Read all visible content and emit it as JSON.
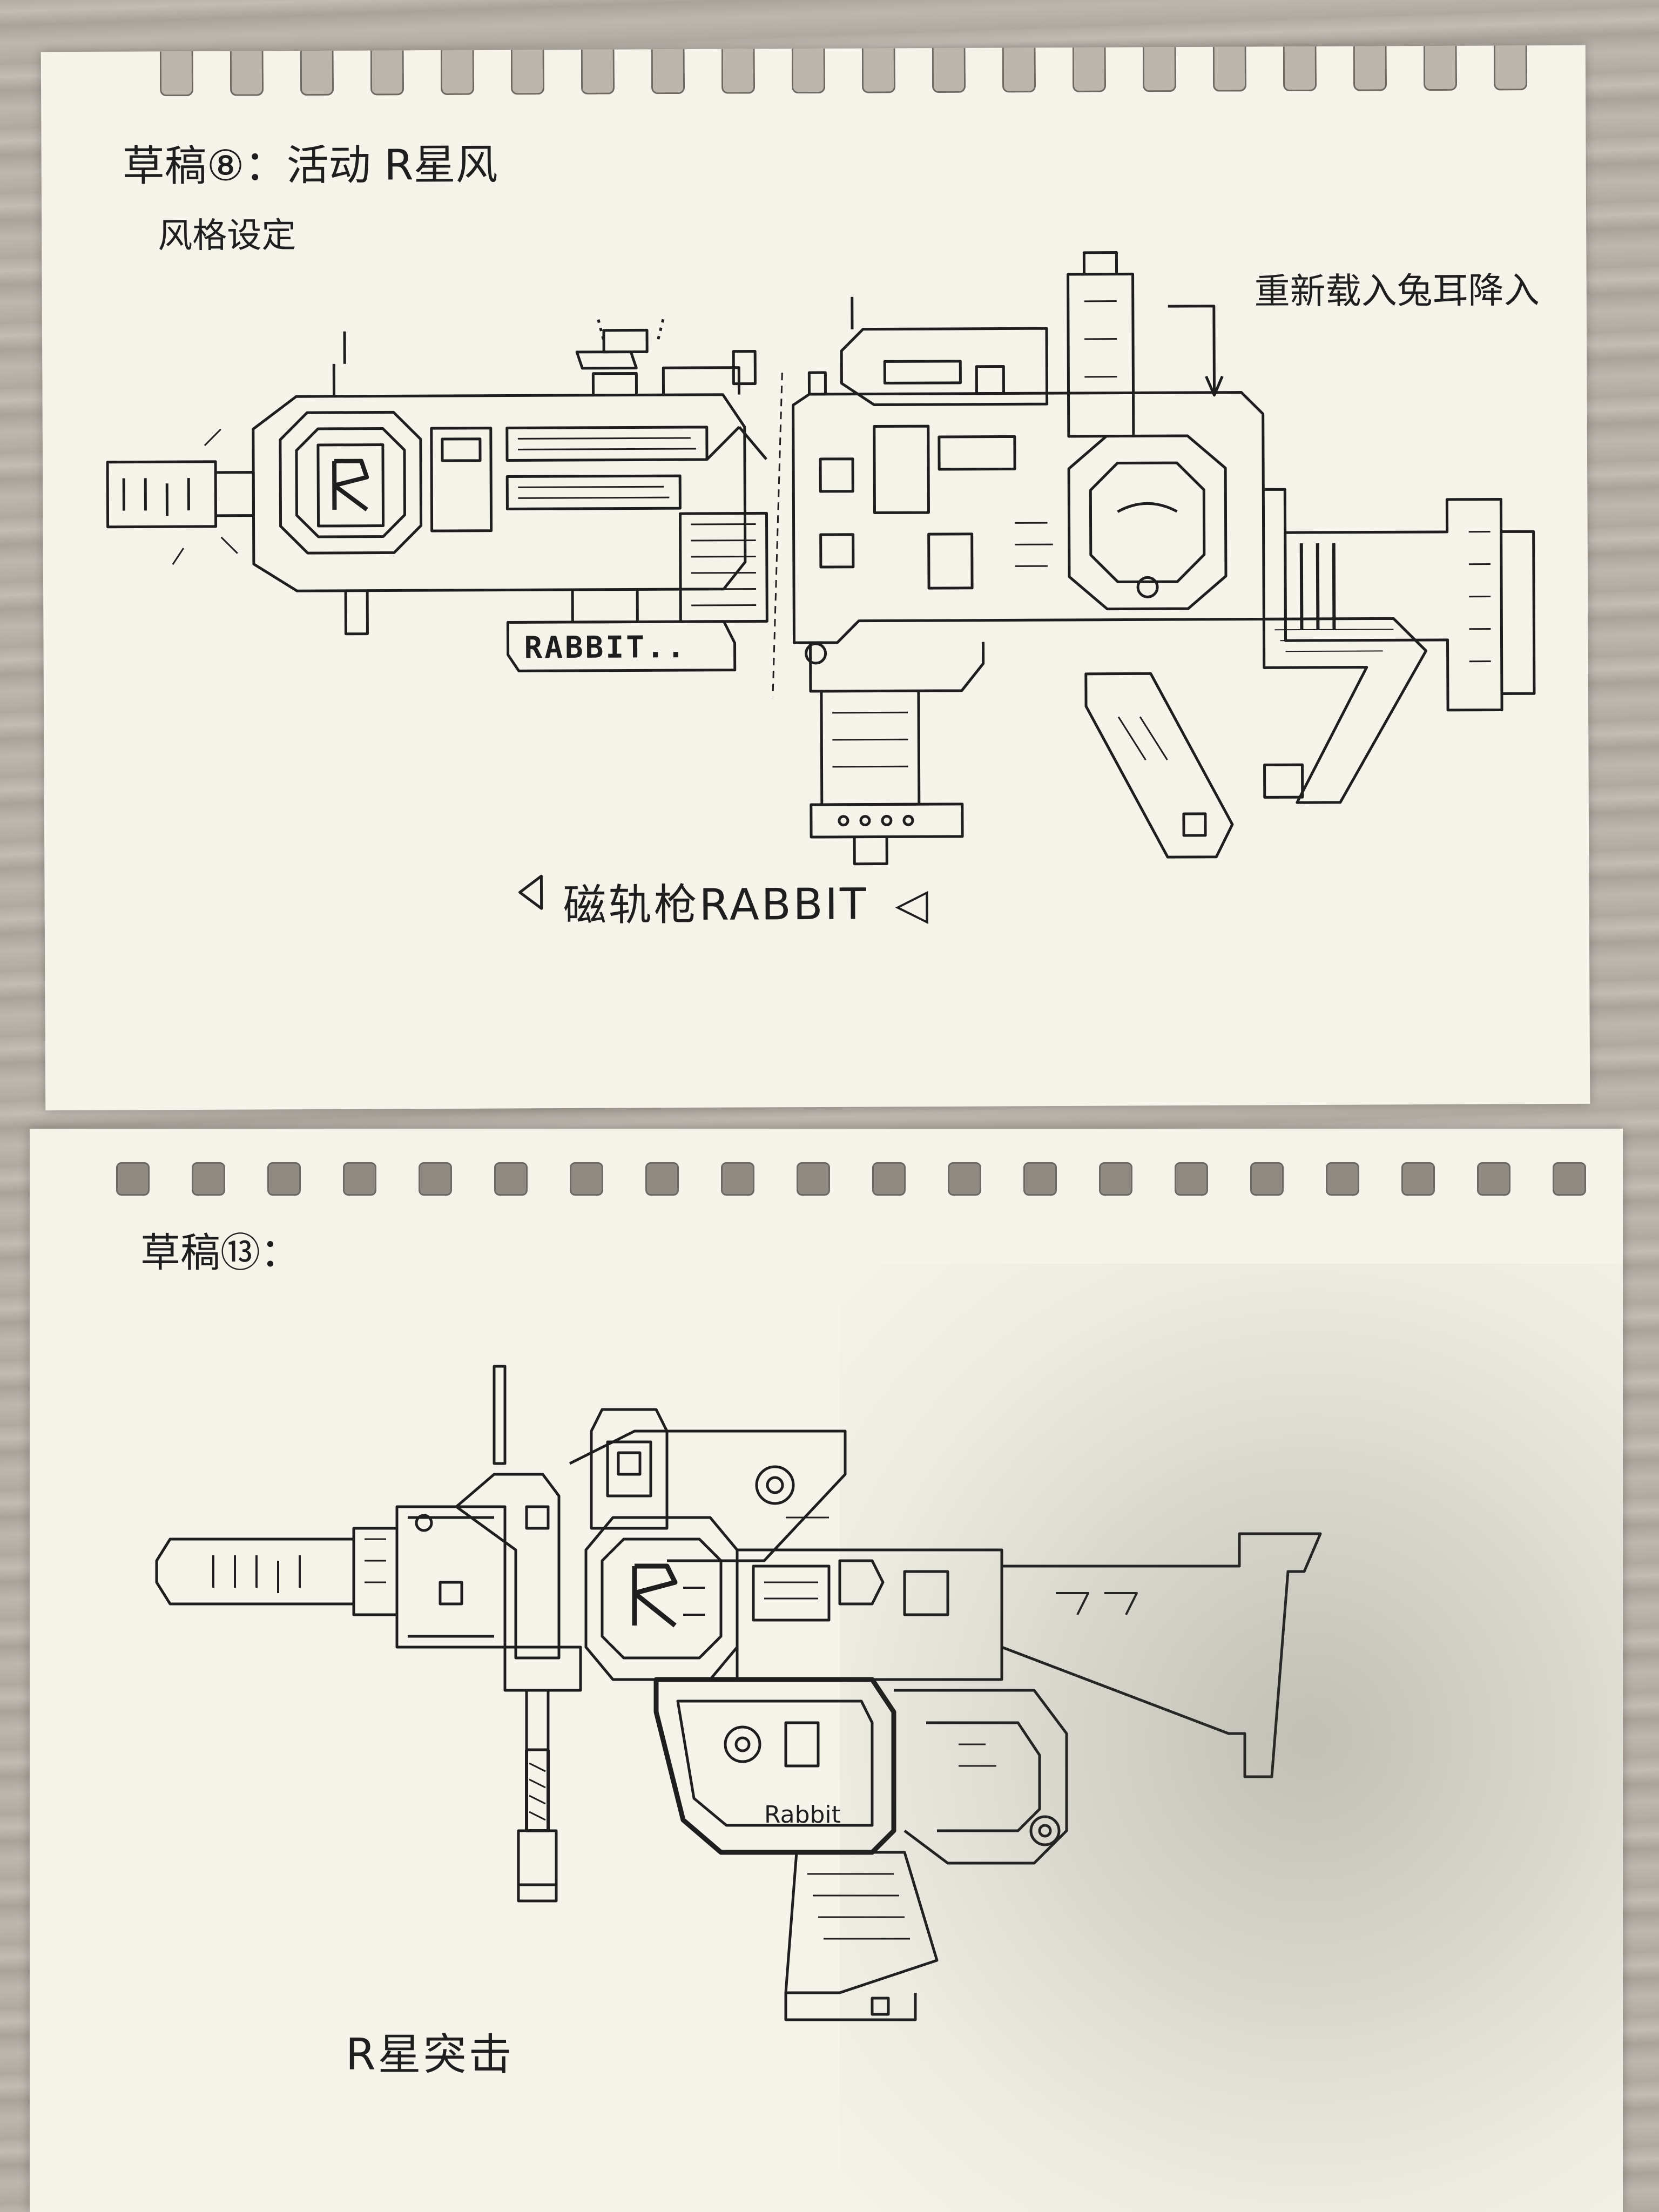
{
  "sketch_1": {
    "title_line_1": "草稿⑧：活动 R星风",
    "title_line_2": "风格设定",
    "annotation": "重新载入兔耳降入",
    "caption_bracket_left": "◁",
    "caption_text": "磁轨枪RABBIT",
    "caption_bracket_right": "◁",
    "badge_text": "RABBIT..",
    "emblem_letter": "R"
  },
  "sketch_2": {
    "title": "草稿⑬：",
    "caption": "R星突击",
    "grip_label": "Rabbit",
    "emblem_letter": "R"
  },
  "colors": {
    "paper": "#f6f4ea",
    "ink": "#1e1e1e",
    "background_wood": "#b3aca4"
  }
}
